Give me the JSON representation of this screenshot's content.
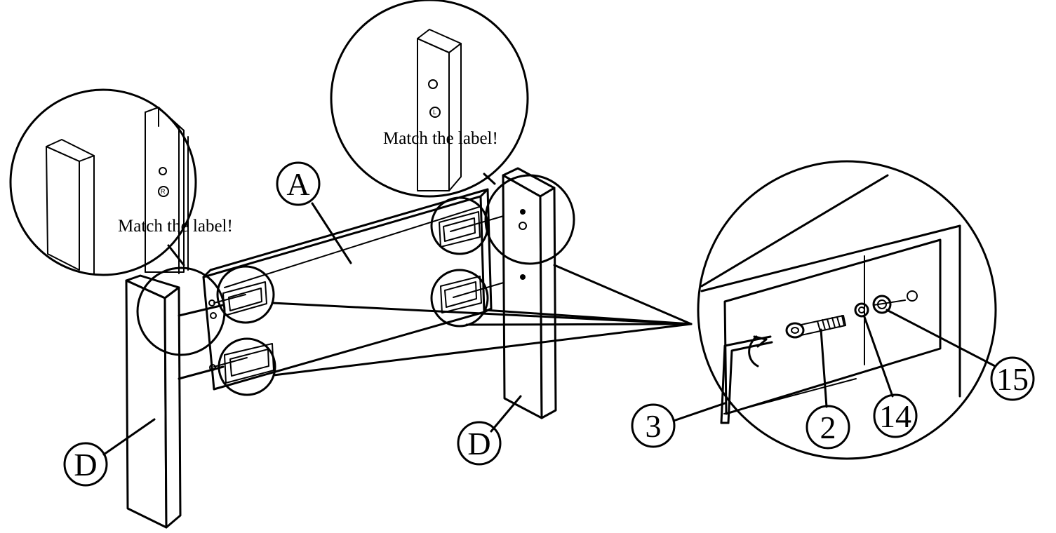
{
  "labels": {
    "headboard": "A",
    "leg_left": "D",
    "leg_right": "D",
    "allen_key": "3",
    "bolt": "2",
    "washer_small": "14",
    "washer_large": "15"
  },
  "notes": {
    "match_left": "Match the label!",
    "match_top": "Match the label!"
  },
  "hole_marks": {
    "left": "R",
    "top": "L"
  },
  "colors": {
    "ink": "#000000",
    "paper": "#ffffff"
  }
}
